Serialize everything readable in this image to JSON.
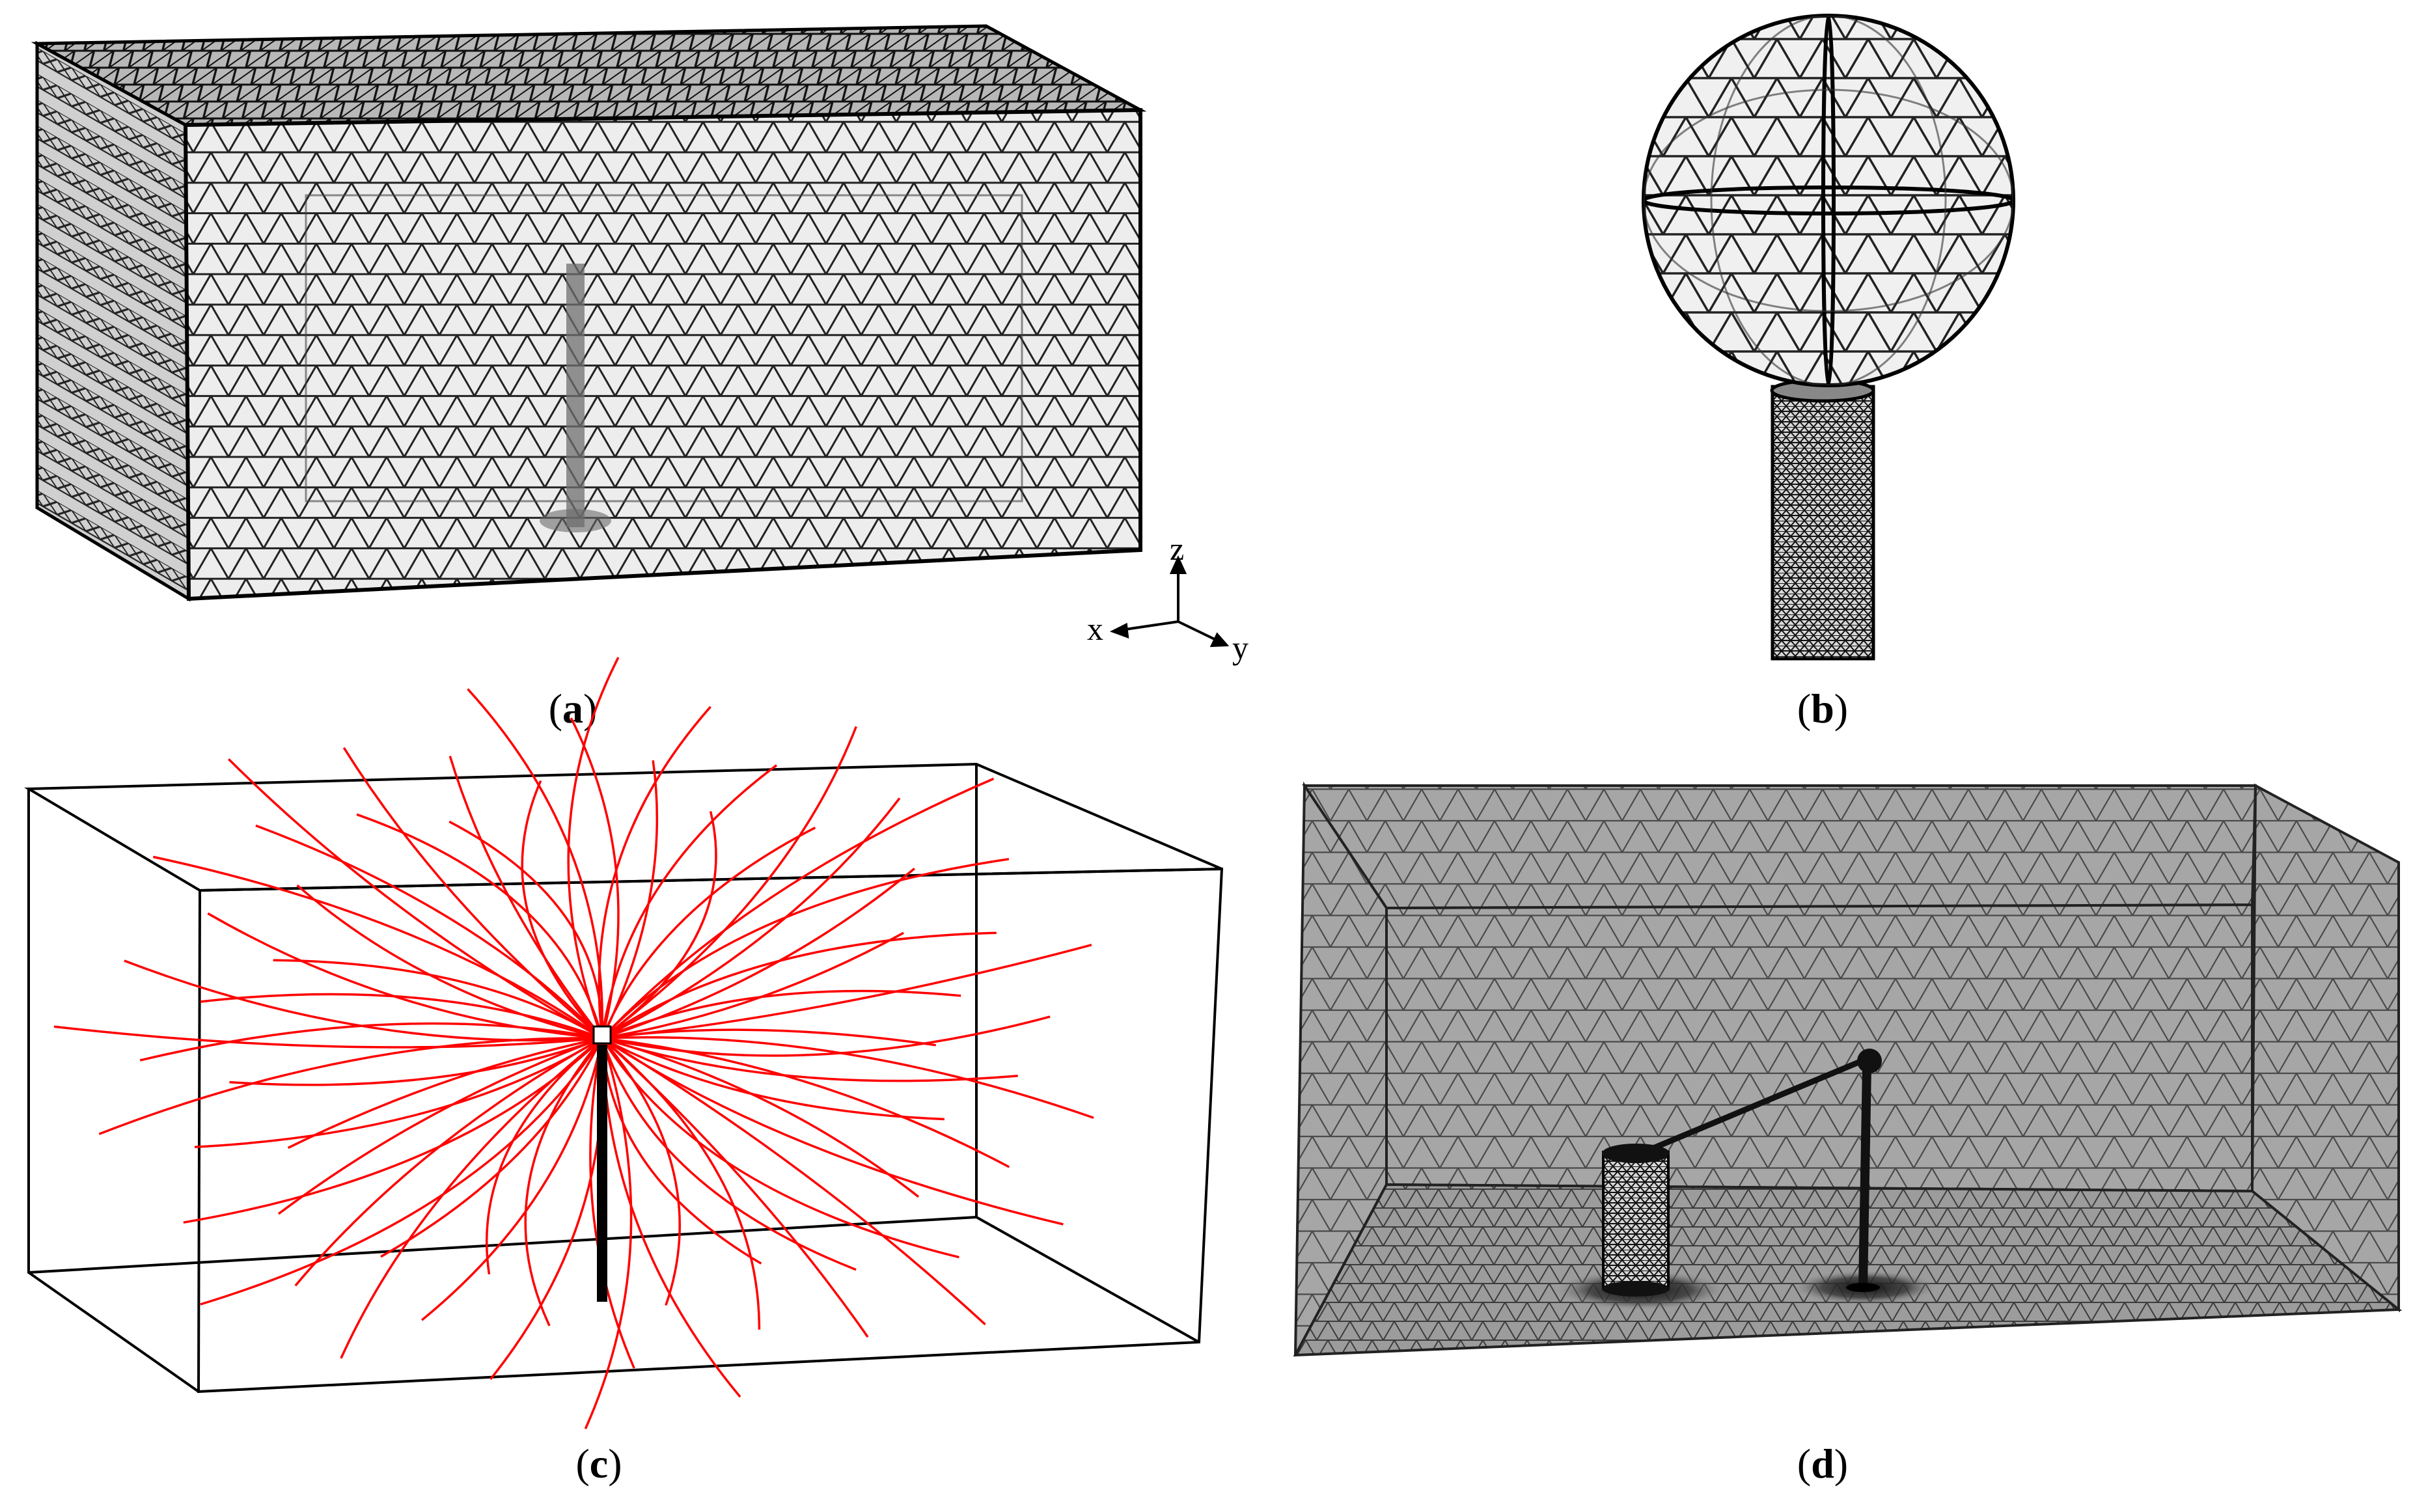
{
  "figure": {
    "panels": [
      {
        "letter": "a",
        "description_kind": "meshed-box-with-rod"
      },
      {
        "letter": "b",
        "description_kind": "meshed-sphere-on-rod"
      },
      {
        "letter": "c",
        "description_kind": "field-lines-box"
      },
      {
        "letter": "d",
        "description_kind": "meshed-room-with-setup"
      }
    ],
    "axes": {
      "x": "x",
      "y": "y",
      "z": "z"
    },
    "colors": {
      "mesh_line": "#1a1a1a",
      "mesh_fill_light": "#e8e8e8",
      "mesh_fill_dark": "#9a9a9a",
      "field_line": "#ff0000",
      "box_edge": "#000000"
    }
  }
}
